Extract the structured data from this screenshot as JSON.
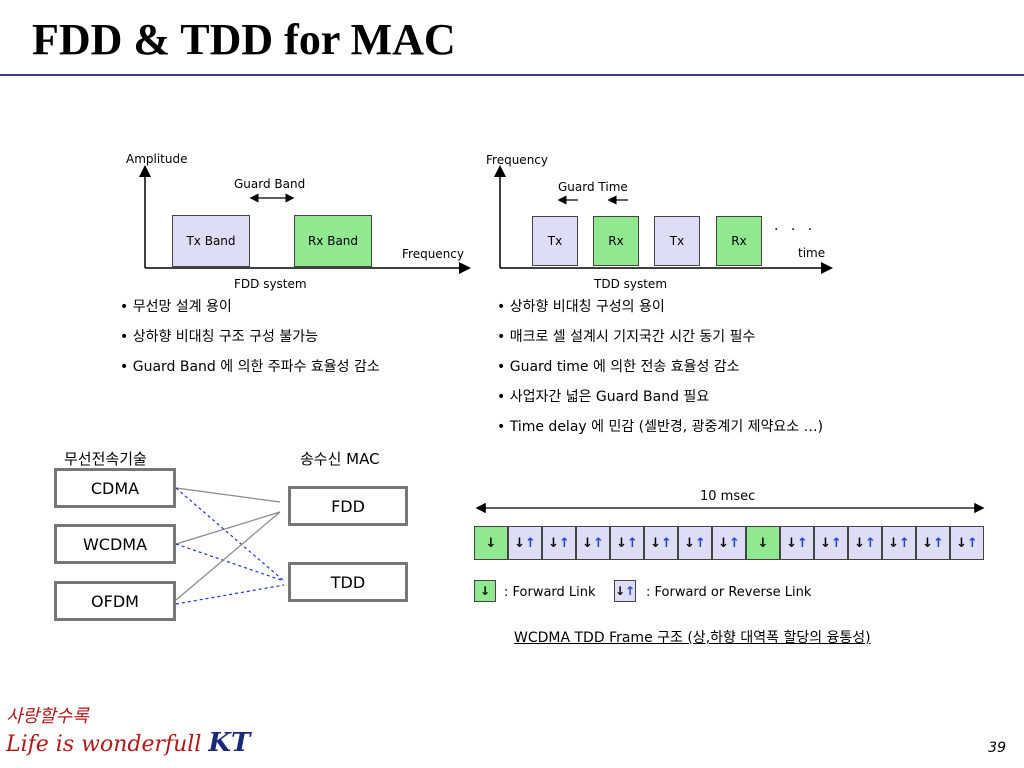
{
  "title": "FDD & TDD for MAC",
  "fdd": {
    "amplitude_label": "Amplitude",
    "guard_band_label": "Guard Band",
    "tx_band_label": "Tx Band",
    "rx_band_label": "Rx Band",
    "frequency_label": "Frequency",
    "system_label": "FDD system",
    "bullets": [
      "무선망 설계 용이",
      "상하향 비대칭 구조 구성 불가능",
      "Guard Band 에 의한 주파수 효율성 감소"
    ]
  },
  "tdd": {
    "frequency_label": "Frequency",
    "guard_time_label": "Guard Time",
    "slots": [
      "Tx",
      "Rx",
      "Tx",
      "Rx"
    ],
    "dots": "· · ·",
    "time_label": "time",
    "system_label": "TDD system",
    "bullets": [
      "상하향 비대칭 구성의 용이",
      "매크로 셀 설계시 기지국간 시간 동기 필수",
      "Guard time 에 의한 전송 효율성 감소",
      "사업자간 넓은 Guard Band 필요",
      "Time delay 에 민감 (셀반경, 광중계기 제약요소 …)"
    ]
  },
  "mac_diagram": {
    "left_header": "무선전속기술",
    "right_header": "송수신 MAC",
    "techs": [
      "CDMA",
      "WCDMA",
      "OFDM"
    ],
    "macs": [
      "FDD",
      "TDD"
    ]
  },
  "frame": {
    "duration_label": "10 msec",
    "slots": [
      "F",
      "B",
      "B",
      "B",
      "B",
      "B",
      "B",
      "B",
      "F",
      "B",
      "B",
      "B",
      "B",
      "B",
      "B"
    ],
    "forward_arrow": "↓",
    "reverse_arrow": "↑",
    "legend_forward": ": Forward Link",
    "legend_both": ": Forward or Reverse Link",
    "caption": "WCDMA TDD Frame 구조 (상,하향 대역폭 할당의 융통성)"
  },
  "footer": {
    "logo_line1": "사랑할수록",
    "logo_line2": "Life is wonderfull",
    "logo_brand": "KT",
    "page_number": "39"
  }
}
